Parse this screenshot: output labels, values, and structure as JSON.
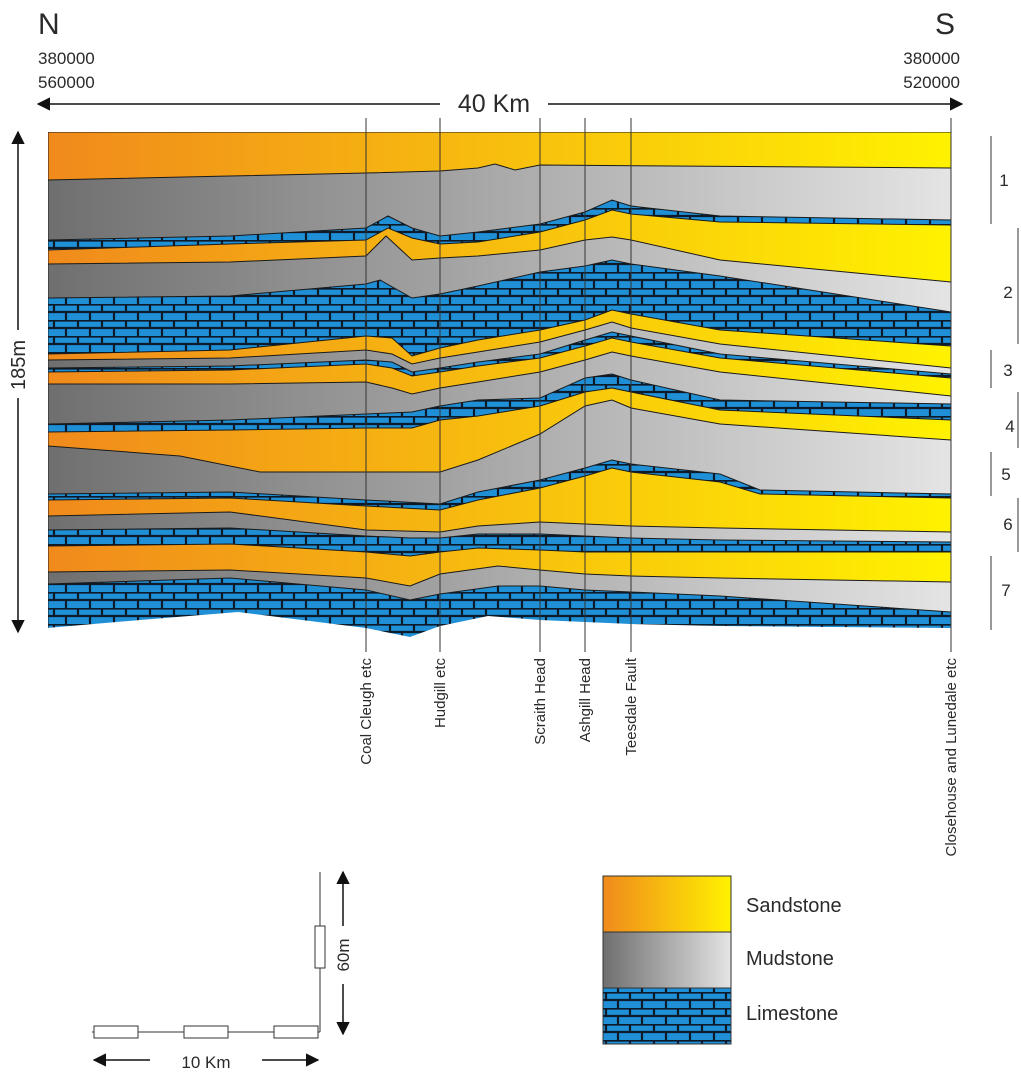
{
  "orientation": {
    "north": "N",
    "south": "S"
  },
  "coords": {
    "north": [
      "380000",
      "560000"
    ],
    "south": [
      "380000",
      "520000"
    ]
  },
  "section_length_label": "40 Km",
  "thickness_label": "185m",
  "localities": [
    "Coal Cleugh etc",
    "Hudgill etc",
    "Scraith Head",
    "Ashgill Head",
    "Teesdale Fault",
    "Closehouse and Lunedale etc"
  ],
  "units": [
    "1",
    "2",
    "3",
    "4",
    "5",
    "6",
    "7"
  ],
  "scale_bar": {
    "horizontal": "10 Km",
    "vertical": "60m"
  },
  "legend": [
    {
      "label": "Sandstone",
      "pattern": "sandstone"
    },
    {
      "label": "Mudstone",
      "pattern": "mudstone"
    },
    {
      "label": "Limestone",
      "pattern": "limestone"
    }
  ],
  "colors": {
    "sandstone_from": "#f08a1c",
    "sandstone_to": "#fff200",
    "mudstone_from": "#6f6f6f",
    "mudstone_to": "#e4e4e4",
    "limestone_fill": "#1f8fd6",
    "limestone_joints": "#0d1a2a"
  }
}
